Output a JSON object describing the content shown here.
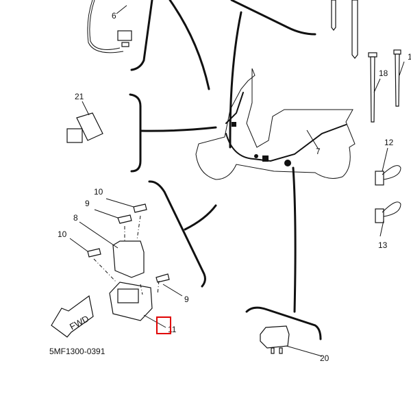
{
  "diagram": {
    "part_code": "5MF1300-0391",
    "direction_label": "FWD",
    "highlight_color": "#e00000",
    "highlighted_callout": "11",
    "callouts": {
      "c6": "6",
      "c21": "21",
      "c7": "7",
      "c18": "18",
      "c19": "1",
      "c12": "12",
      "c13": "13",
      "c10a": "10",
      "c9a": "9",
      "c8": "8",
      "c10b": "10",
      "c9b": "9",
      "c11": "11",
      "c20": "20"
    }
  }
}
